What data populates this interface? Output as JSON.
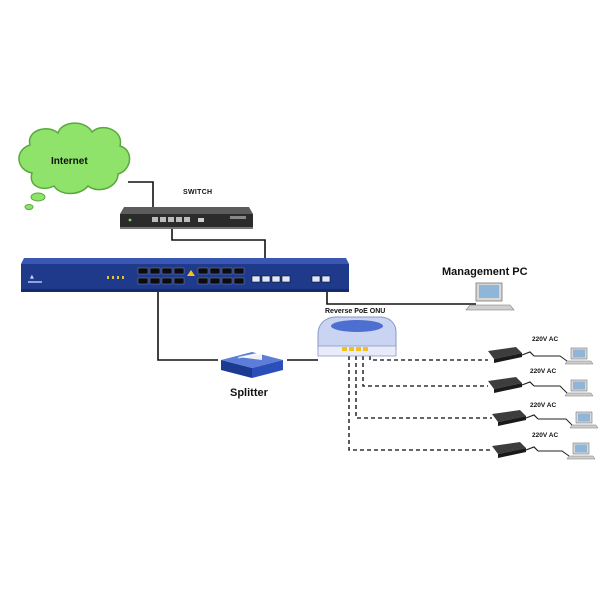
{
  "labels": {
    "internet": "Internet",
    "switch": "SWITCH",
    "management_pc": "Management PC",
    "onu": "Reverse PoE ONU",
    "splitter": "Splitter",
    "ac_1": "220V AC",
    "ac_2": "220V AC",
    "ac_3": "220V AC",
    "ac_4": "220V AC"
  },
  "icons": {
    "cloud": "cloud-icon",
    "switch": "network-switch-icon",
    "olt": "olt-chassis-icon",
    "splitter": "optical-splitter-icon",
    "onu": "onu-device-icon",
    "power_adapter": "power-adapter-icon",
    "computer": "computer-icon"
  },
  "colors": {
    "cloud_fill": "#8fe36a",
    "olt_body": "#1f3a8a",
    "splitter_fill": "#2a4fb8",
    "link_solid": "#111111",
    "link_dashed": "#333333"
  }
}
